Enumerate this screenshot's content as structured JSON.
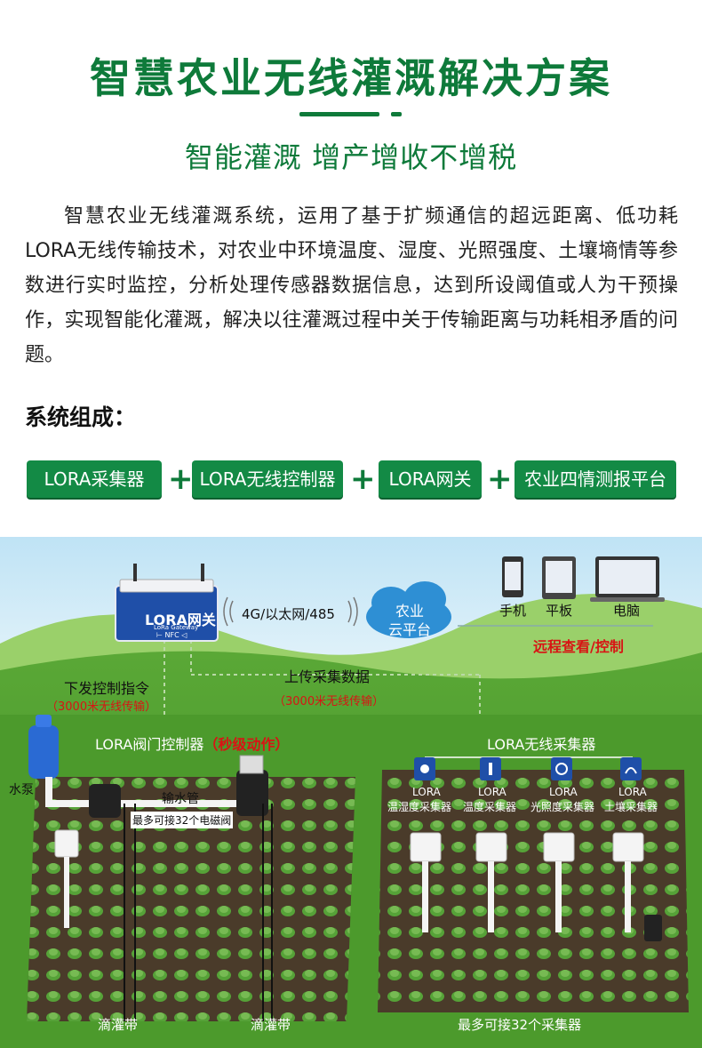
{
  "header": {
    "title": "智慧农业无线灌溉解决方案",
    "subtitle": "智能灌溉 增产增收不增税"
  },
  "intro": "智慧农业无线灌溉系统，运用了基于扩频通信的超远距离、低功耗LORA无线传输技术，对农业中环境温度、湿度、光照强度、土壤墒情等参数进行实时监控，分析处理传感器数据信息，达到所设阈值或人为干预操作，实现智能化灌溉，解决以往灌溉过程中关于传输距离与功耗相矛盾的问题。",
  "section_label": "系统组成：",
  "components": [
    "LORA采集器",
    "LORA无线控制器",
    "LORA网关",
    "农业四情测报平台"
  ],
  "plus": "+",
  "diagram": {
    "gateway_label": "LORA网关",
    "gateway_small": "LoRa Gateway",
    "gateway_nfc": "⊢ NFC ◁",
    "link_label": "4G/以太网/485",
    "cloud_line1": "农业",
    "cloud_line2": "云平台",
    "devices": [
      "手机",
      "平板",
      "电脑"
    ],
    "remote_label": "远程查看/控制",
    "downlink_label": "下发控制指令",
    "downlink_sub": "（3000米无线传输）",
    "uplink_label": "上传采集数据",
    "uplink_sub": "（3000米无线传输）",
    "valve_title": "LORA阀门控制器",
    "valve_title_red": "（秒级动作）",
    "collector_title": "LORA无线采集器",
    "pump_label": "水泵",
    "pipe_label": "输水管",
    "valve_capacity": "最多可接32个电磁阀",
    "sensors": [
      {
        "line1": "LORA",
        "line2": "温湿度采集器",
        "icon": "thermometer-drop-icon"
      },
      {
        "line1": "LORA",
        "line2": "温度采集器",
        "icon": "thermometer-icon"
      },
      {
        "line1": "LORA",
        "line2": "光照度采集器",
        "icon": "sun-icon"
      },
      {
        "line1": "LORA",
        "line2": "土壤采集器",
        "icon": "plant-icon"
      }
    ],
    "drip_labels": [
      "滴灌带",
      "滴灌带"
    ],
    "collector_capacity": "最多可接32个采集器"
  },
  "colors": {
    "brand_green": "#0e7a3a",
    "button_green": "#138a45",
    "alert_red": "#d81414",
    "gateway_blue": "#1f4fa8"
  }
}
